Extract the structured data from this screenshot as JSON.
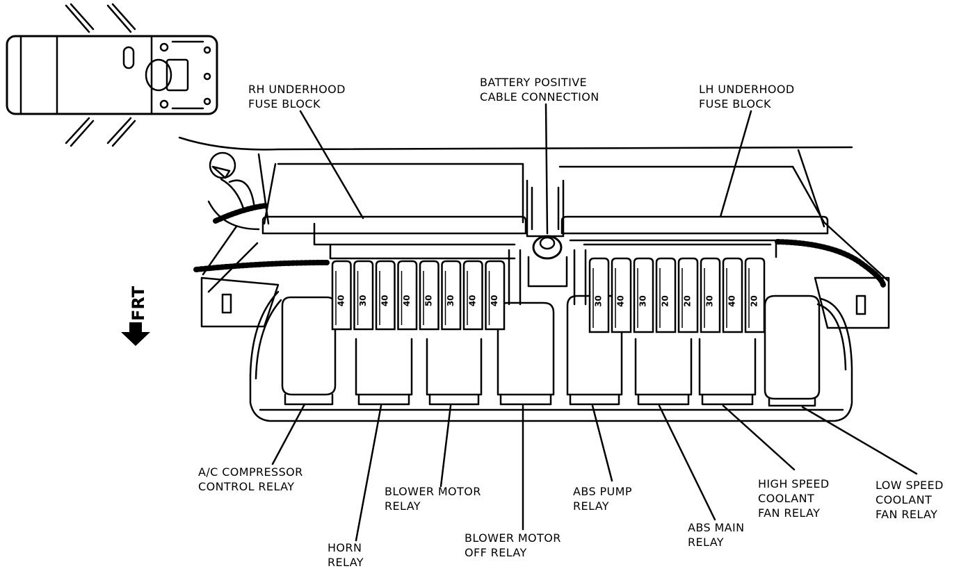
{
  "labels": {
    "rh_fuse_block": [
      "RH UNDERHOOD",
      "FUSE BLOCK"
    ],
    "battery_positive": [
      "BATTERY POSITIVE",
      "CABLE CONNECTION"
    ],
    "lh_fuse_block": [
      "LH UNDERHOOD",
      "FUSE BLOCK"
    ],
    "ac_compressor_relay": [
      "A/C COMPRESSOR",
      "CONTROL RELAY"
    ],
    "horn_relay": [
      "HORN",
      "RELAY"
    ],
    "blower_motor_relay": [
      "BLOWER MOTOR",
      "RELAY"
    ],
    "blower_motor_off_relay": [
      "BLOWER MOTOR",
      "OFF RELAY"
    ],
    "abs_pump_relay": [
      "ABS PUMP",
      "RELAY"
    ],
    "abs_main_relay": [
      "ABS MAIN",
      "RELAY"
    ],
    "high_speed_fan_relay": [
      "HIGH SPEED",
      "COOLANT",
      "FAN RELAY"
    ],
    "low_speed_fan_relay": [
      "LOW SPEED",
      "COOLANT",
      "FAN RELAY"
    ]
  },
  "direction_label": "FRT",
  "rh_fuses": [
    "40",
    "30",
    "40",
    "40",
    "50",
    "30",
    "40",
    "40"
  ],
  "lh_fuses": [
    "30",
    "40",
    "30",
    "20",
    "20",
    "30",
    "40",
    "20"
  ],
  "colors": {
    "ink": "#000000",
    "paper": "#ffffff"
  }
}
